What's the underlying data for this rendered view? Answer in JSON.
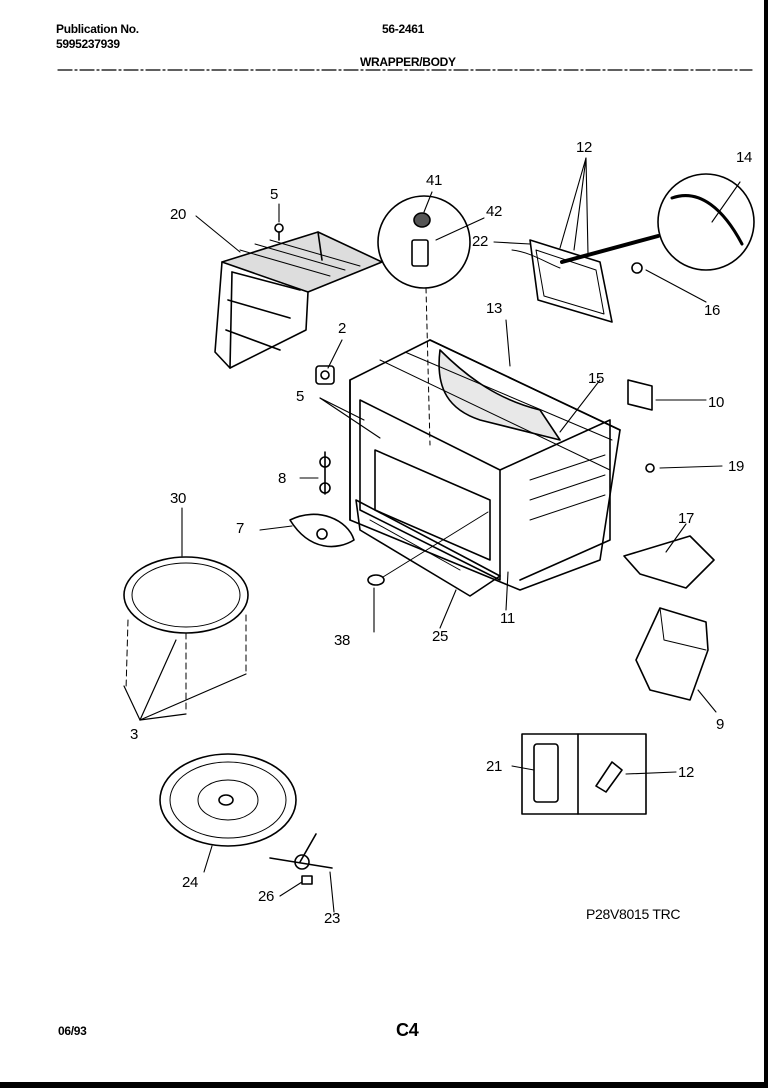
{
  "header": {
    "publication_label": "Publication No.",
    "publication_number": "5995237939",
    "model": "56-2461",
    "section_title": "WRAPPER/BODY"
  },
  "callouts": {
    "p2": "2",
    "p3": "3",
    "p5a": "5",
    "p5b": "5",
    "p7": "7",
    "p8": "8",
    "p9": "9",
    "p10": "10",
    "p11": "11",
    "p12a": "12",
    "p12b": "12",
    "p13": "13",
    "p14": "14",
    "p15": "15",
    "p16": "16",
    "p17": "17",
    "p19": "19",
    "p20": "20",
    "p21": "21",
    "p22": "22",
    "p23": "23",
    "p24": "24",
    "p25": "25",
    "p26": "26",
    "p30": "30",
    "p38": "38",
    "p41": "41",
    "p42": "42"
  },
  "footer": {
    "drawing_code": "P28V8015 TRC",
    "date": "06/93",
    "page": "C4"
  }
}
